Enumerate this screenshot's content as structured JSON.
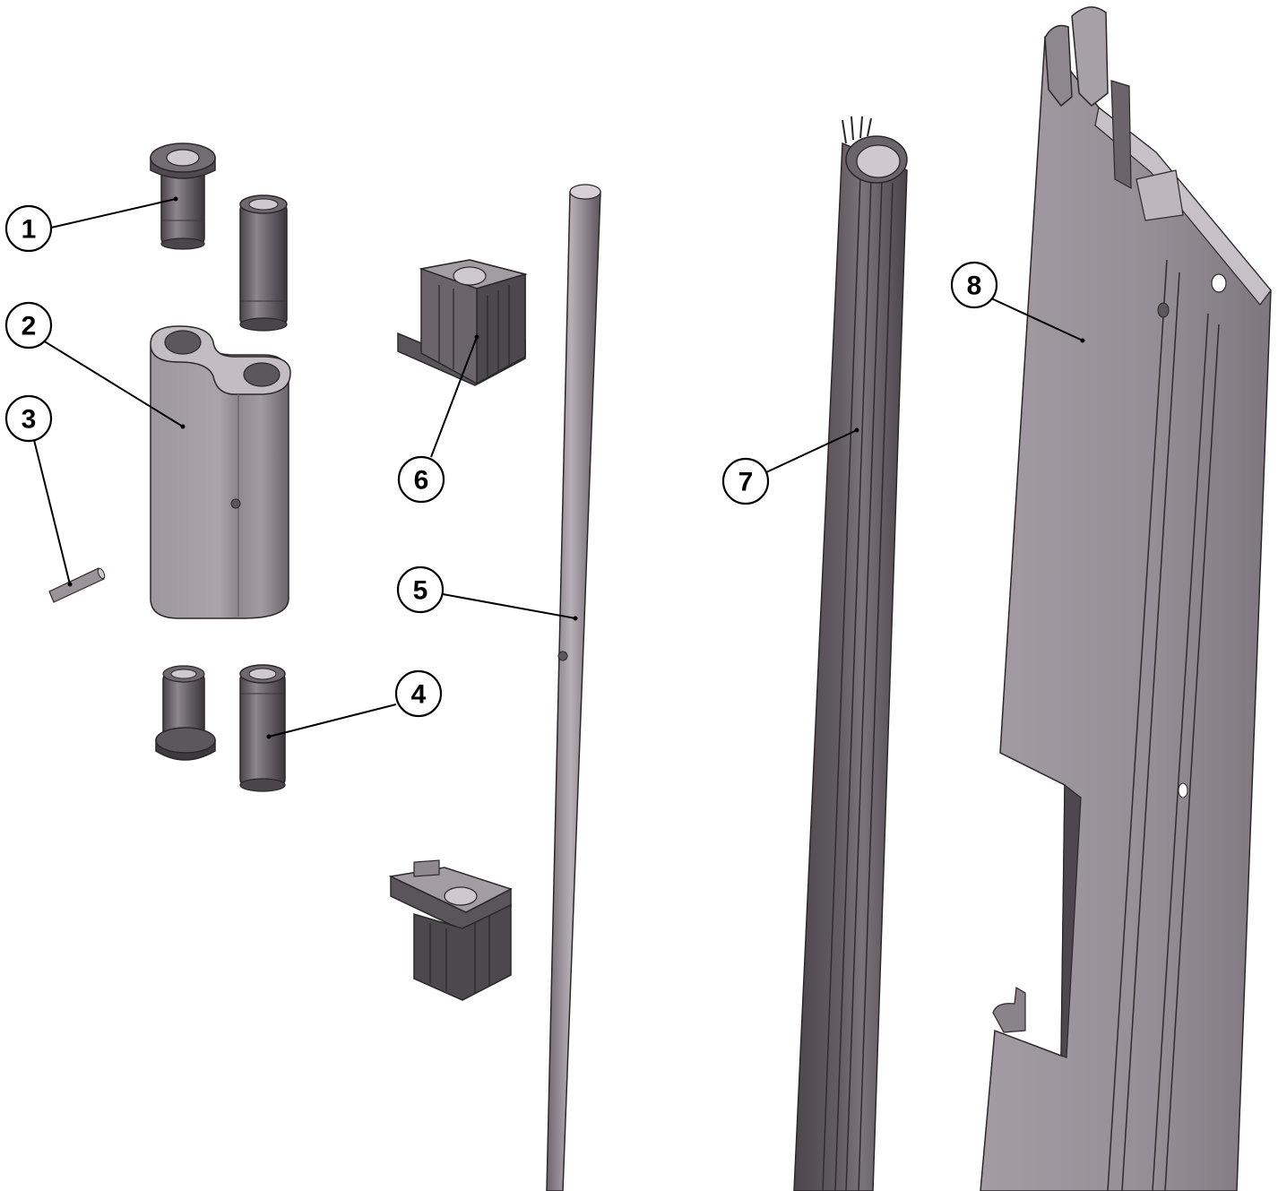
{
  "callouts": [
    {
      "id": "1",
      "label": "1"
    },
    {
      "id": "2",
      "label": "2"
    },
    {
      "id": "3",
      "label": "3"
    },
    {
      "id": "4",
      "label": "4"
    },
    {
      "id": "5",
      "label": "5"
    },
    {
      "id": "6",
      "label": "6"
    },
    {
      "id": "7",
      "label": "7"
    },
    {
      "id": "8",
      "label": "8"
    }
  ],
  "colors": {
    "background": "#ffffff",
    "part_light": "#b3adb3",
    "part_mid": "#8f888f",
    "part_dark": "#5c575c",
    "part_darker": "#3e3a3e",
    "outline": "#2a272a",
    "callout": "#000000"
  }
}
